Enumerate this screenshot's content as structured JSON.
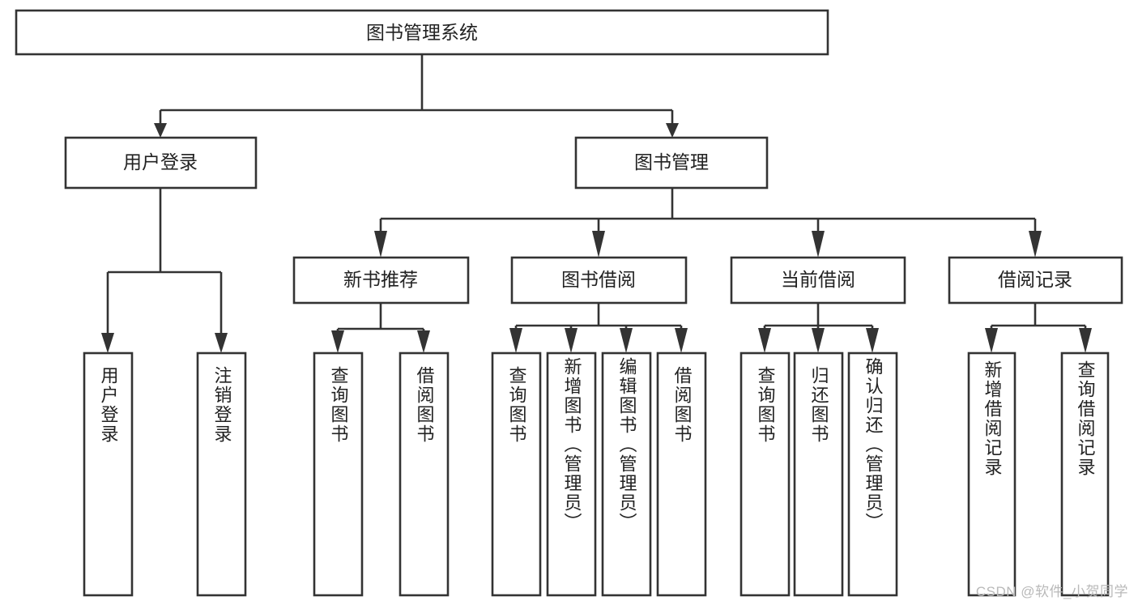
{
  "diagram": {
    "type": "tree-hierarchy",
    "title": "图书管理系统",
    "watermark": "CSDN @软件_小贺同学",
    "colors": {
      "stroke": "#333333",
      "fill": "#ffffff",
      "text": "#222222",
      "watermark": "#b9b9b9"
    },
    "levels": {
      "root": {
        "label": "图书管理系统"
      },
      "level2": [
        {
          "id": "user-login",
          "label": "用户登录"
        },
        {
          "id": "book-management",
          "label": "图书管理"
        }
      ],
      "level3": [
        {
          "id": "new-book-recommend",
          "label": "新书推荐",
          "parent": "book-management"
        },
        {
          "id": "book-borrow",
          "label": "图书借阅",
          "parent": "book-management"
        },
        {
          "id": "current-borrow",
          "label": "当前借阅",
          "parent": "book-management"
        },
        {
          "id": "borrow-record",
          "label": "借阅记录",
          "parent": "book-management"
        }
      ],
      "leaves": [
        {
          "id": "leaf-user-login",
          "label": "用户登录",
          "parent": "user-login"
        },
        {
          "id": "leaf-user-logout",
          "label": "注销登录",
          "parent": "user-login"
        },
        {
          "id": "leaf-query-book-1",
          "label": "查询图书",
          "parent": "new-book-recommend"
        },
        {
          "id": "leaf-borrow-book-1",
          "label": "借阅图书",
          "parent": "new-book-recommend"
        },
        {
          "id": "leaf-query-book-2",
          "label": "查询图书",
          "parent": "book-borrow"
        },
        {
          "id": "leaf-add-book",
          "label": "新增图书（管理员）",
          "parent": "book-borrow"
        },
        {
          "id": "leaf-edit-book",
          "label": "编辑图书（管理员）",
          "parent": "book-borrow"
        },
        {
          "id": "leaf-borrow-book-2",
          "label": "借阅图书",
          "parent": "book-borrow"
        },
        {
          "id": "leaf-query-book-3",
          "label": "查询图书",
          "parent": "current-borrow"
        },
        {
          "id": "leaf-return-book",
          "label": "归还图书",
          "parent": "current-borrow"
        },
        {
          "id": "leaf-confirm-return",
          "label": "确认归还（管理员）",
          "parent": "current-borrow"
        },
        {
          "id": "leaf-add-record",
          "label": "新增借阅记录",
          "parent": "borrow-record"
        },
        {
          "id": "leaf-query-record",
          "label": "查询借阅记录",
          "parent": "borrow-record"
        }
      ]
    }
  }
}
